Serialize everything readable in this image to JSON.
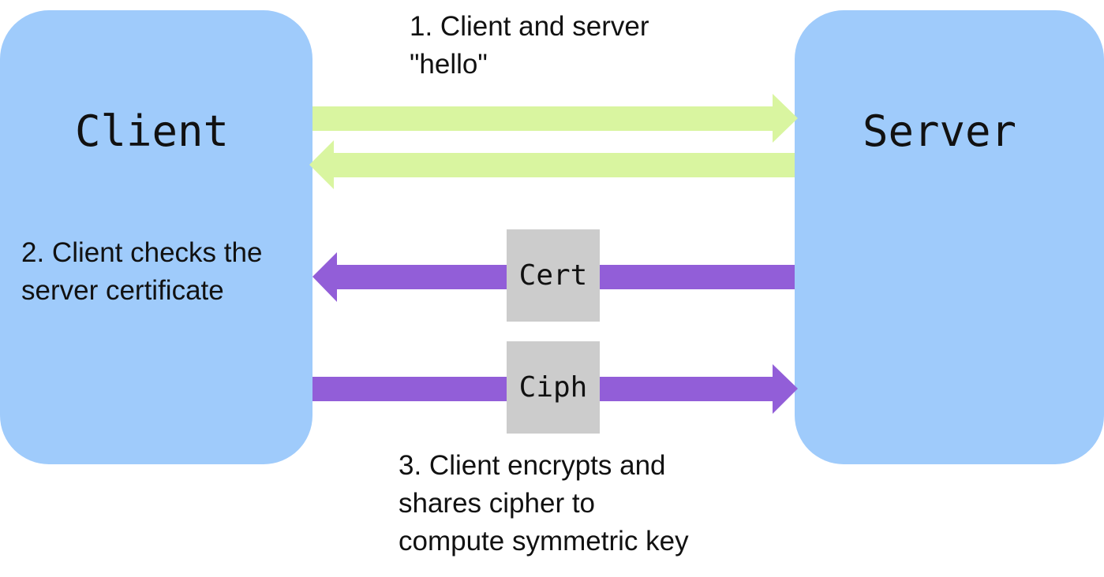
{
  "colors": {
    "box_fill": "#9fcbfb",
    "hello_arrow": "#d9f5a0",
    "secure_arrow": "#925ed8",
    "tag_fill": "#cccccc",
    "text": "#111111"
  },
  "client": {
    "title": "Client"
  },
  "server": {
    "title": "Server"
  },
  "steps": {
    "hello": {
      "line1": "1. Client and server",
      "line2": "\"hello\""
    },
    "verify": {
      "line1": "2. Client checks the",
      "line2": "server certificate"
    },
    "encrypt": {
      "line1": "3. Client encrypts and",
      "line2": "shares cipher to",
      "line3": "compute symmetric key"
    }
  },
  "tags": {
    "cert": "Cert",
    "ciph": "Ciph"
  }
}
